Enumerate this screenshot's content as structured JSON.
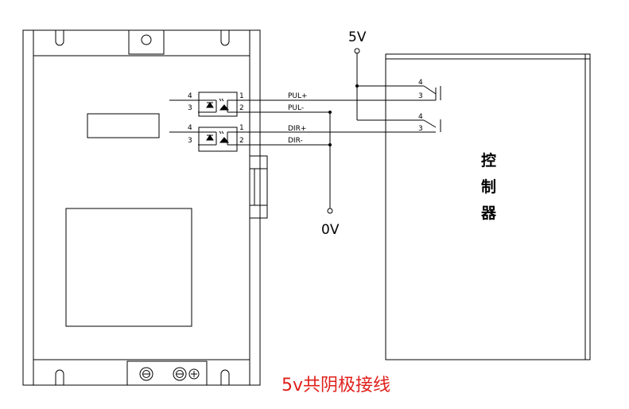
{
  "labels": {
    "supply": "5V",
    "ground": "0V",
    "controller": [
      "控",
      "制",
      "器"
    ],
    "caption": "5v共阴极接线"
  },
  "driver": {
    "opto1": {
      "pin_left_top": "4",
      "pin_left_bottom": "3",
      "pin_right_top": "1",
      "pin_right_bottom": "2"
    },
    "opto2": {
      "pin_left_top": "4",
      "pin_left_bottom": "3",
      "pin_right_top": "1",
      "pin_right_bottom": "2"
    }
  },
  "signals": {
    "pul_plus": "PUL+",
    "pul_minus": "PUL-",
    "dir_plus": "DIR+",
    "dir_minus": "DIR-"
  },
  "controller_pins": {
    "t1_top": "4",
    "t1_bottom": "3",
    "t2_top": "4",
    "t2_bottom": "3"
  },
  "colors": {
    "line": "#000000",
    "caption": "#e0201c"
  }
}
